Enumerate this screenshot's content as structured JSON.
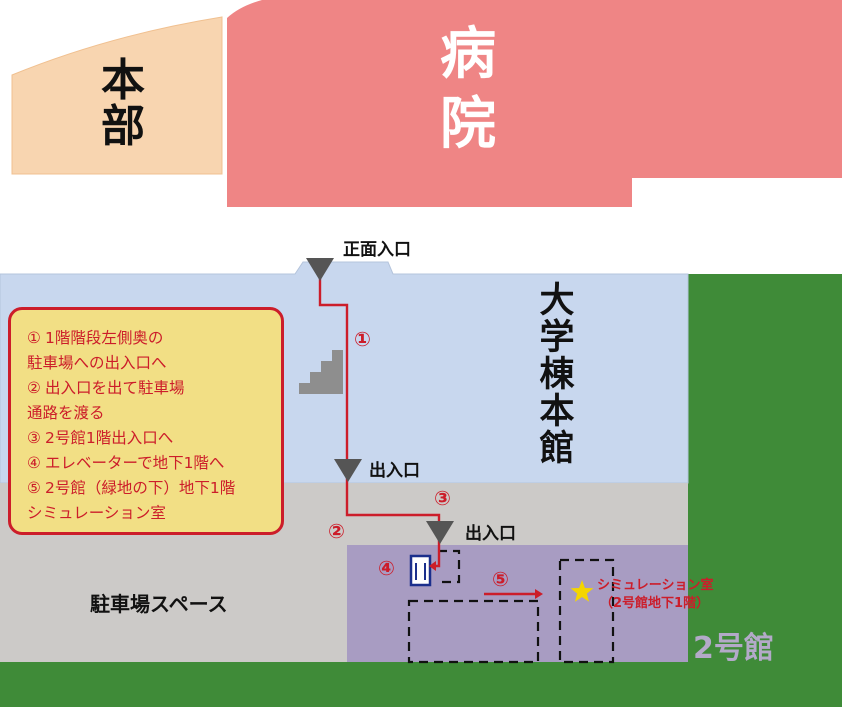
{
  "buildings": {
    "honbu": "本部",
    "byoin": "病院",
    "daigaku": "大学棟本館",
    "parking": "駐車場スペース",
    "annex2": "2号館"
  },
  "entrances": {
    "main": "正面入口",
    "exit1": "出入口",
    "exit2": "出入口"
  },
  "steps": [
    {
      "num": "①",
      "text": "1階階段左側奥の\n駐車場への出入口へ"
    },
    {
      "num": "②",
      "text": "出入口を出て駐車場\n通路を渡る"
    },
    {
      "num": "③",
      "text": "2号館1階出入口へ"
    },
    {
      "num": "④",
      "text": "エレベーターで地下1階へ"
    },
    {
      "num": "⑤",
      "text": "2号館（緑地の下）地下1階\nシミュレーション室"
    }
  ],
  "markers": [
    "①",
    "②",
    "③",
    "④",
    "⑤"
  ],
  "destination": {
    "line1": "シミュレーション室",
    "line2": "（2号館地下1階）"
  },
  "icons": {
    "entrance": "triangle-marker-icon",
    "stairs": "stairs-icon",
    "elevator": "elevator-icon",
    "destination": "star-icon"
  },
  "colors": {
    "honbu": "#f8d5b0",
    "byoin": "#ef8585",
    "daigaku": "#c8d7ee",
    "parking": "#cccac8",
    "annex2": "#a89cc2",
    "green": "#3f8b38",
    "route": "#cc1d2a",
    "callout": "#f2df85",
    "marker": "#555555",
    "star": "#f4d500",
    "elevator": "#1b2f8c"
  }
}
